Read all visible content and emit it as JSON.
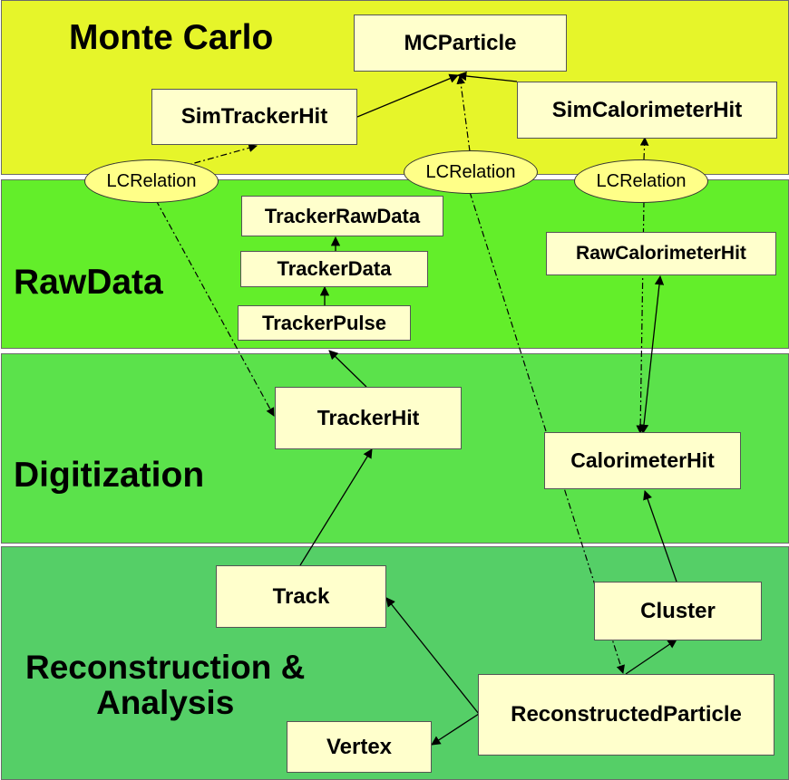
{
  "colors": {
    "monte_carlo": "#e6f52a",
    "raw_data": "#63ee2a",
    "digitization": "#5be24b",
    "reconstruction": "#55cf67",
    "box_fill": "#ffffcc",
    "relation_fill": "#ffff88"
  },
  "layers": {
    "monte_carlo": "Monte Carlo",
    "raw_data": "RawData",
    "digitization": "Digitization",
    "reconstruction_line1": "Reconstruction &",
    "reconstruction_line2": "Analysis"
  },
  "nodes": {
    "mcparticle": "MCParticle",
    "sim_tracker_hit": "SimTrackerHit",
    "sim_calorimeter_hit": "SimCalorimeterHit",
    "tracker_raw_data": "TrackerRawData",
    "tracker_data": "TrackerData",
    "tracker_pulse": "TrackerPulse",
    "raw_calorimeter_hit": "RawCalorimeterHit",
    "tracker_hit": "TrackerHit",
    "calorimeter_hit": "CalorimeterHit",
    "track": "Track",
    "cluster": "Cluster",
    "reconstructed_particle": "ReconstructedParticle",
    "vertex": "Vertex"
  },
  "relations": {
    "rel_left": "LCRelation",
    "rel_center": "LCRelation",
    "rel_right": "LCRelation"
  }
}
